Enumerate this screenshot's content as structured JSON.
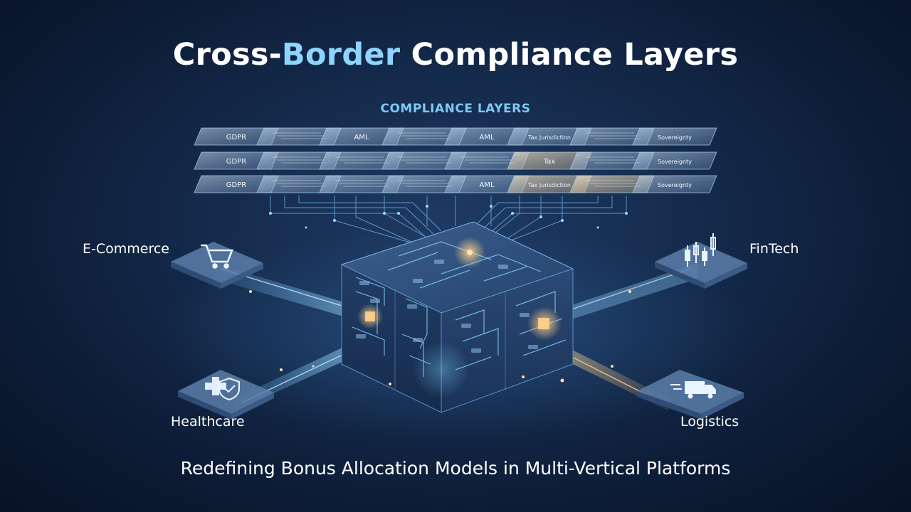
{
  "title": {
    "part1": "Cross-",
    "accent": "Border",
    "part2": " Compliance Layers"
  },
  "layers_heading": "COMPLIANCE LAYERS",
  "layers": {
    "rows": [
      [
        "GDPR",
        "",
        "AML",
        "",
        "AML",
        "Tax Jurisdiction",
        "",
        "Sovereignty"
      ],
      [
        "GDPR",
        "",
        "",
        "",
        "",
        "Tax",
        "",
        "Sovereignty"
      ],
      [
        "GDPR",
        "",
        "",
        "",
        "AML",
        "Tax Jurisdiction",
        "",
        "Sovereignty"
      ]
    ]
  },
  "verticals": {
    "ecommerce": "E-Commerce",
    "fintech": "FinTech",
    "healthcare": "Healthcare",
    "logistics": "Logistics"
  },
  "icons": {
    "ecommerce": "shopping-cart-icon",
    "fintech": "candlestick-chart-icon",
    "healthcare": "medical-shield-icon",
    "logistics": "delivery-truck-icon"
  },
  "colors": {
    "accent": "#8fd4ff",
    "glow_blue": "#4fb3ff",
    "glow_gold": "#ffc36b",
    "background": "#142a4b"
  },
  "footer": "Redefining Bonus Allocation Models in Multi-Vertical Platforms"
}
